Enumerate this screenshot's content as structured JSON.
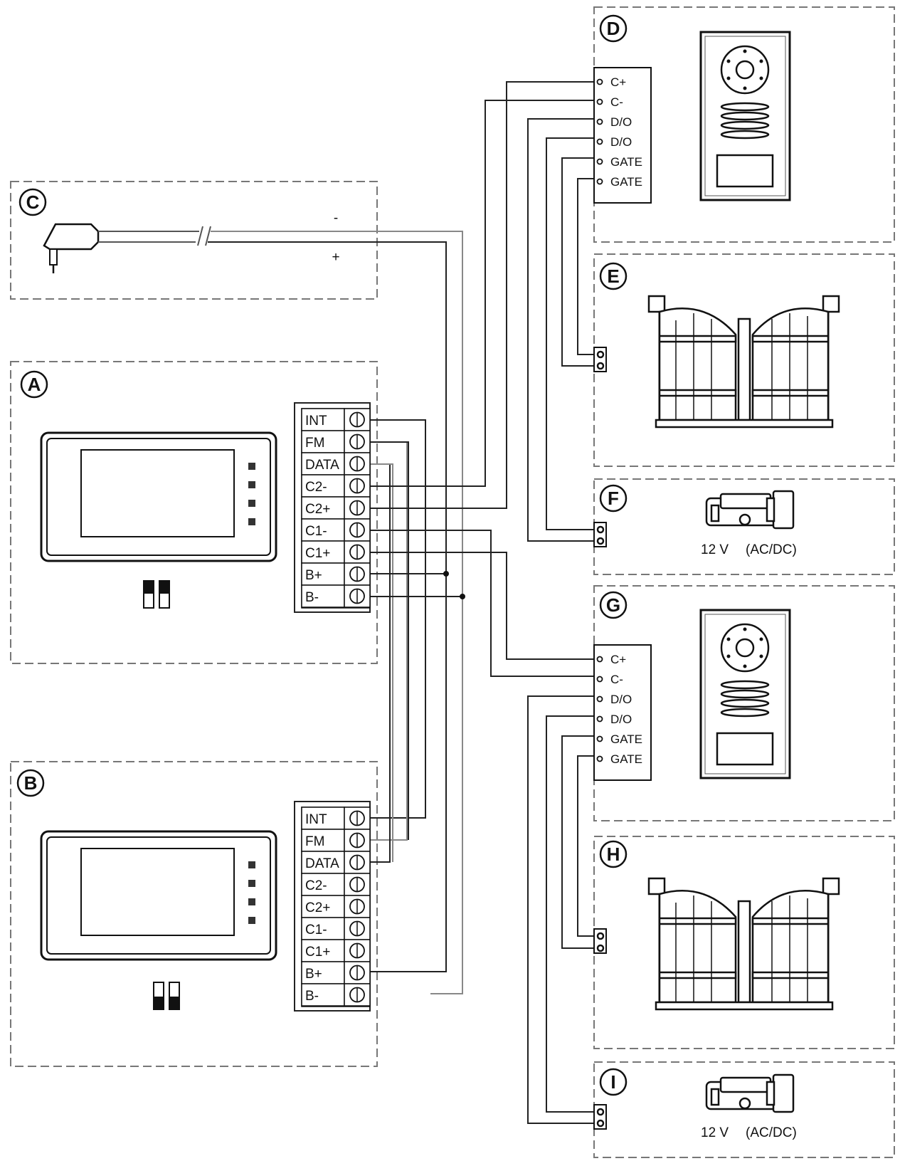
{
  "sections": {
    "A": "A",
    "B": "B",
    "C": "C",
    "D": "D",
    "E": "E",
    "F": "F",
    "G": "G",
    "H": "H",
    "I": "I"
  },
  "monitor_terminals": [
    "INT",
    "FM",
    "DATA",
    "C2-",
    "C2+",
    "C1-",
    "C1+",
    "B+",
    "B-"
  ],
  "panel_terminals": [
    "C+",
    "C-",
    "D/O",
    "D/O",
    "GATE",
    "GATE"
  ],
  "power": {
    "minus": "-",
    "plus": "+"
  },
  "lock": {
    "voltage": "12 V",
    "type": "(AC/DC)"
  }
}
